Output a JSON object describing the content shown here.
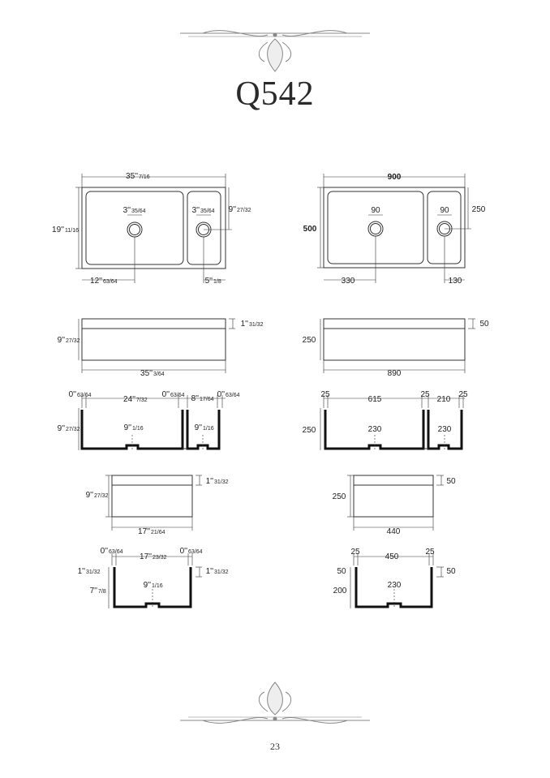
{
  "page": {
    "title": "Q542",
    "page_number": "23"
  },
  "imperial": {
    "plan": {
      "width": "35''",
      "width_frac": "7/16",
      "depth": "19''",
      "depth_frac": "11/16",
      "hole1": "3''",
      "hole1_frac": "35/64",
      "hole2": "3''",
      "hole2_frac": "35/64",
      "hole_from_back": "9''",
      "hole_from_back_frac": "27/32",
      "hole1_from_left": "12''",
      "hole1_from_left_frac": "63/64",
      "hole2_from_right": "5''",
      "hole2_from_right_frac": "1/8"
    },
    "front": {
      "height": "9''",
      "height_frac": "27/32",
      "width": "35''",
      "width_frac": "3/64",
      "lip": "1''",
      "lip_frac": "31/32"
    },
    "section": {
      "wall1": "0''",
      "wall1_frac": "63/64",
      "bowl1": "24''",
      "bowl1_frac": "7/32",
      "wall2": "0''",
      "wall2_frac": "63/64",
      "bowl2": "8''",
      "bowl2_frac": "17/64",
      "wall3": "0''",
      "wall3_frac": "63/64",
      "height": "9''",
      "height_frac": "27/32",
      "depth1": "9''",
      "depth1_frac": "1/16",
      "depth2": "9''",
      "depth2_frac": "1/16"
    },
    "side": {
      "height": "9''",
      "height_frac": "27/32",
      "width": "17''",
      "width_frac": "21/64",
      "lip": "1''",
      "lip_frac": "31/32"
    },
    "side_section": {
      "wall_left": "0''",
      "wall_left_frac": "63/64",
      "inner": "17''",
      "inner_frac": "23/32",
      "wall_right": "0''",
      "wall_right_frac": "63/64",
      "lip_left": "1''",
      "lip_left_frac": "31/32",
      "lower": "7''",
      "lower_frac": "7/8",
      "depth": "9''",
      "depth_frac": "1/16",
      "lip_right": "1''",
      "lip_right_frac": "31/32"
    }
  },
  "metric": {
    "plan": {
      "width": "900",
      "depth": "500",
      "hole1": "90",
      "hole2": "90",
      "hole_from_back": "250",
      "hole1_from_left": "330",
      "hole2_from_right": "130"
    },
    "front": {
      "height": "250",
      "width": "890",
      "lip": "50"
    },
    "section": {
      "wall1": "25",
      "bowl1": "615",
      "wall2": "25",
      "bowl2": "210",
      "wall3": "25",
      "height": "250",
      "depth1": "230",
      "depth2": "230"
    },
    "side": {
      "height": "250",
      "width": "440",
      "lip": "50"
    },
    "side_section": {
      "wall_left": "25",
      "inner": "450",
      "wall_right": "25",
      "lip_left": "50",
      "lower": "200",
      "depth": "230",
      "lip_right": "50"
    }
  }
}
